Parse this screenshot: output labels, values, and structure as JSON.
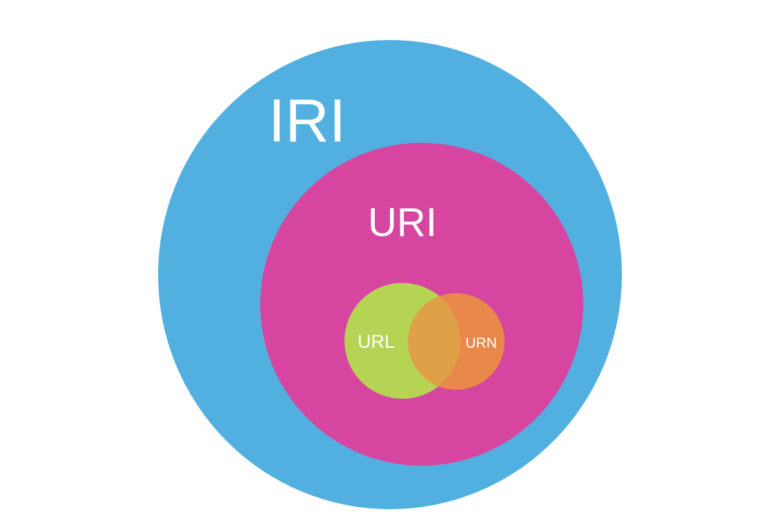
{
  "diagram": {
    "sets": [
      {
        "id": "iri",
        "label": "IRI",
        "color": "#52b0e1"
      },
      {
        "id": "uri",
        "label": "URI",
        "color": "#d646a0"
      },
      {
        "id": "url",
        "label": "URL",
        "color": "#b6d454"
      },
      {
        "id": "urn",
        "label": "URN",
        "color": "#e8884a"
      }
    ],
    "overlap_color": "#dfa048",
    "text_color": "#ffffff"
  }
}
